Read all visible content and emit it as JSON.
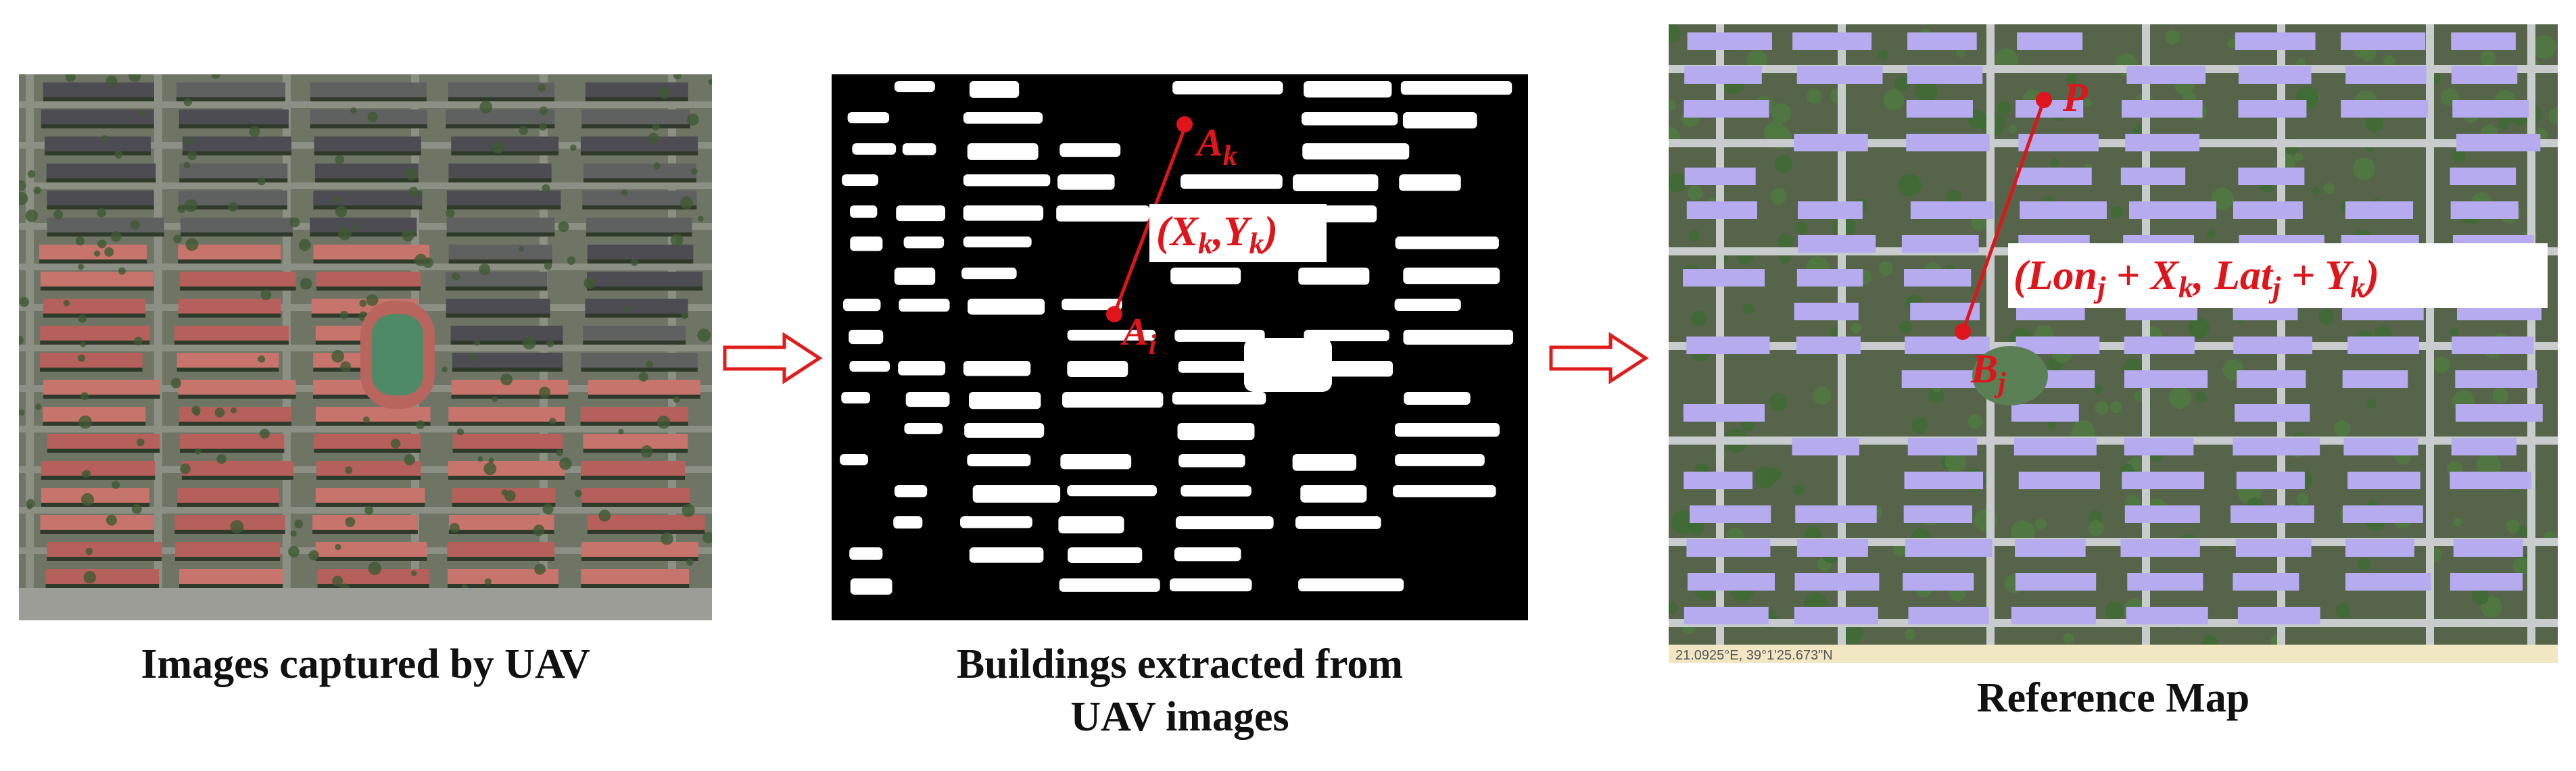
{
  "panels": {
    "uav": {
      "caption": "Images captured by UAV"
    },
    "buildings": {
      "caption_line1": "Buildings extracted from",
      "caption_line2": "UAV images",
      "point_a_i_base": "A",
      "point_a_i_sub": "i",
      "point_a_k_base": "A",
      "point_a_k_sub": "k",
      "offset_label_open": "(",
      "offset_label_x": "X",
      "offset_label_x_sub": "k",
      "offset_label_sep": ",",
      "offset_label_y": "Y",
      "offset_label_y_sub": "k",
      "offset_label_close": ")"
    },
    "reference": {
      "caption": "Reference Map",
      "point_p": "P",
      "point_b_base": "B",
      "point_b_sub": "j",
      "coord_open": "(",
      "coord_lon": "Lon",
      "coord_lon_sub": "j",
      "coord_plus1": " + ",
      "coord_xk": "X",
      "coord_xk_sub": "k",
      "coord_sep": ", ",
      "coord_lat": "Lat",
      "coord_lat_sub": "j",
      "coord_plus2": " + ",
      "coord_yk": "Y",
      "coord_yk_sub": "k",
      "coord_close": ")",
      "map_scale_text": "21.0925°E, 39°1'25.673\"N"
    }
  },
  "colors": {
    "annotation_red": "#e0141b",
    "arrow_red": "#e01b1b",
    "building_purple": "#b6abef",
    "mask_black": "#000000",
    "mask_white": "#ffffff"
  }
}
